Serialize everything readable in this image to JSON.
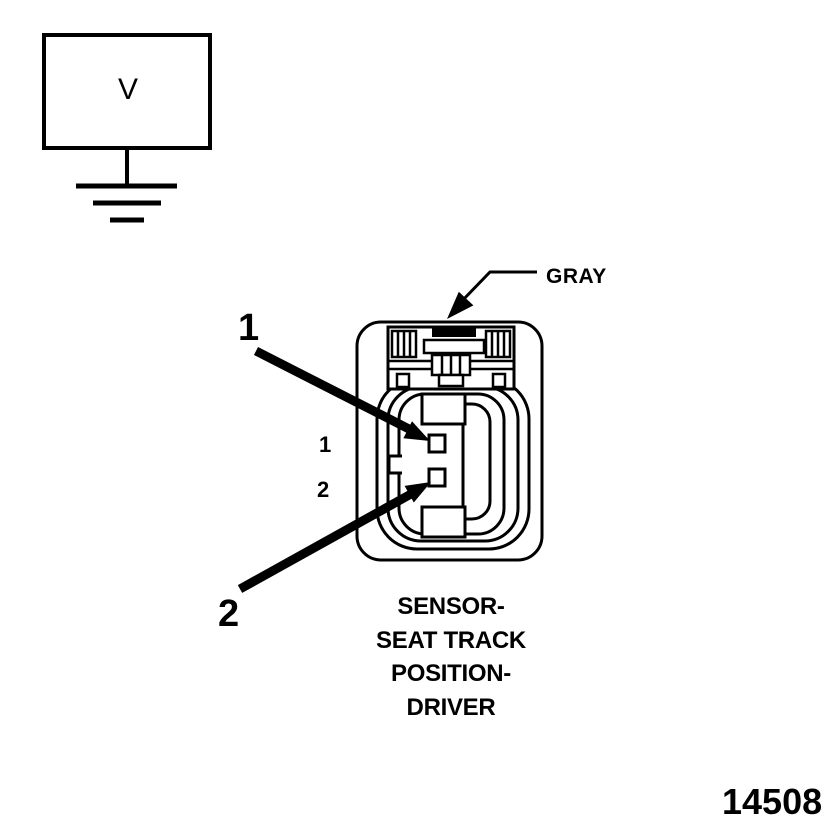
{
  "meter": {
    "label": "V"
  },
  "connector": {
    "color_callout": "GRAY",
    "cavity_numbers": {
      "pin1": "1",
      "pin2": "2"
    },
    "terminal_callouts": {
      "terminal1": "1",
      "terminal2": "2"
    },
    "name": {
      "line1": "SENSOR-",
      "line2": "SEAT TRACK",
      "line3": "POSITION-",
      "line4": "DRIVER"
    }
  },
  "figure": {
    "number": "14508"
  },
  "colors": {
    "ink": "#000000",
    "paper": "#ffffff"
  }
}
